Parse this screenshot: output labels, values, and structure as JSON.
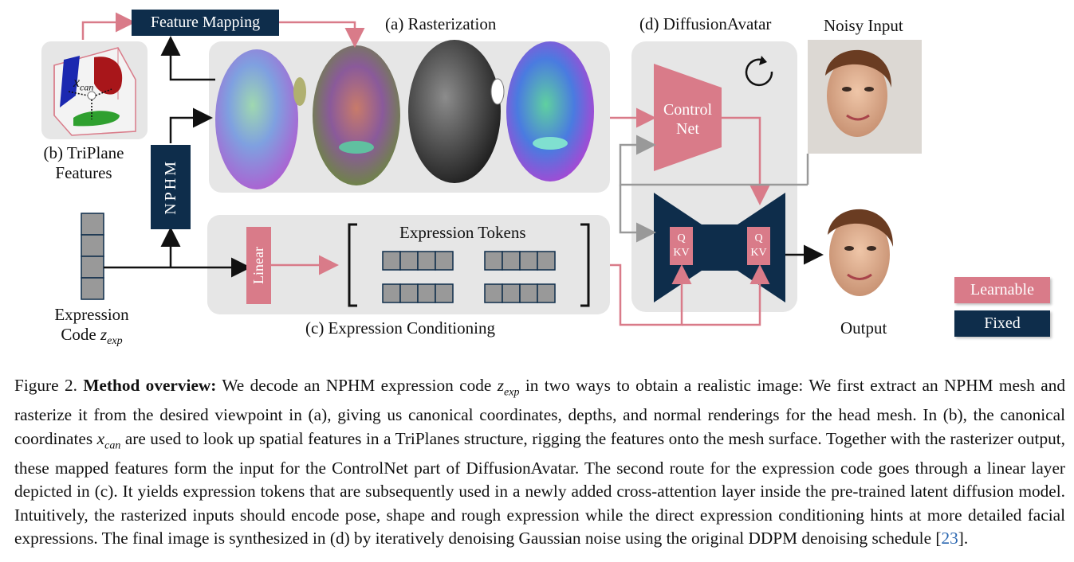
{
  "figure": {
    "feature_mapping_label": "Feature Mapping",
    "rasterization_label": "(a) Rasterization",
    "triplane_label_line1": "(b) TriPlane",
    "triplane_label_line2": "Features",
    "triplane_xcan_label": "x",
    "triplane_xcan_sub": "can",
    "nphm_label": "NPHM",
    "expression_code_line1": "Expression",
    "expression_code_line2": "Code ",
    "expression_code_symbol": "z",
    "expression_code_sub": "exp",
    "linear_label": "Linear",
    "expression_tokens_label": "Expression Tokens",
    "expression_conditioning_label": "(c) Expression Conditioning",
    "diffusion_avatar_label": "(d) DiffusionAvatar",
    "controlnet_line1": "Control",
    "controlnet_line2": "Net",
    "qkv_left_line1": "Q",
    "qkv_left_line2": "KV",
    "qkv_right_line1": "Q",
    "qkv_right_line2": "KV",
    "noisy_input_label": "Noisy Input",
    "output_label": "Output",
    "legend_learnable": "Learnable",
    "legend_fixed": "Fixed",
    "colors": {
      "fixed": "#0e2d4b",
      "learnable": "#d97b89",
      "panel_gray": "#e6e6e6",
      "arrow_pink": "#d97b89",
      "arrow_gray": "#999999",
      "arrow_black": "#111111"
    }
  },
  "caption": {
    "prefix": "Figure 2. ",
    "bold": "Method overview:",
    "part1": " We decode an NPHM expression code ",
    "zexp": "z",
    "zexp_sub": "exp",
    "part2": " in two ways to obtain a realistic image: We first extract an NPHM mesh and rasterize it from the desired viewpoint in (a), giving us canonical coordinates, depths, and normal renderings for the head mesh. In (b), the canonical coordinates ",
    "xcan": "x",
    "xcan_sub": "can",
    "part3": " are used to look up spatial features in a TriPlanes structure, rigging the features onto the mesh surface. Together with the rasterizer output, these mapped features form the input for the ControlNet part of DiffusionAvatar. The second route for the expression code goes through a linear layer depicted in (c). It yields expression tokens that are subsequently used in a newly added cross-attention layer inside the pre-trained latent diffusion model. Intuitively, the rasterized inputs should encode pose, shape and rough expression while the direct expression conditioning hints at more detailed facial expressions. The final image is synthesized in (d) by iteratively denoising Gaussian noise using the original DDPM denoising schedule [",
    "ref": "23",
    "part4": "]."
  }
}
